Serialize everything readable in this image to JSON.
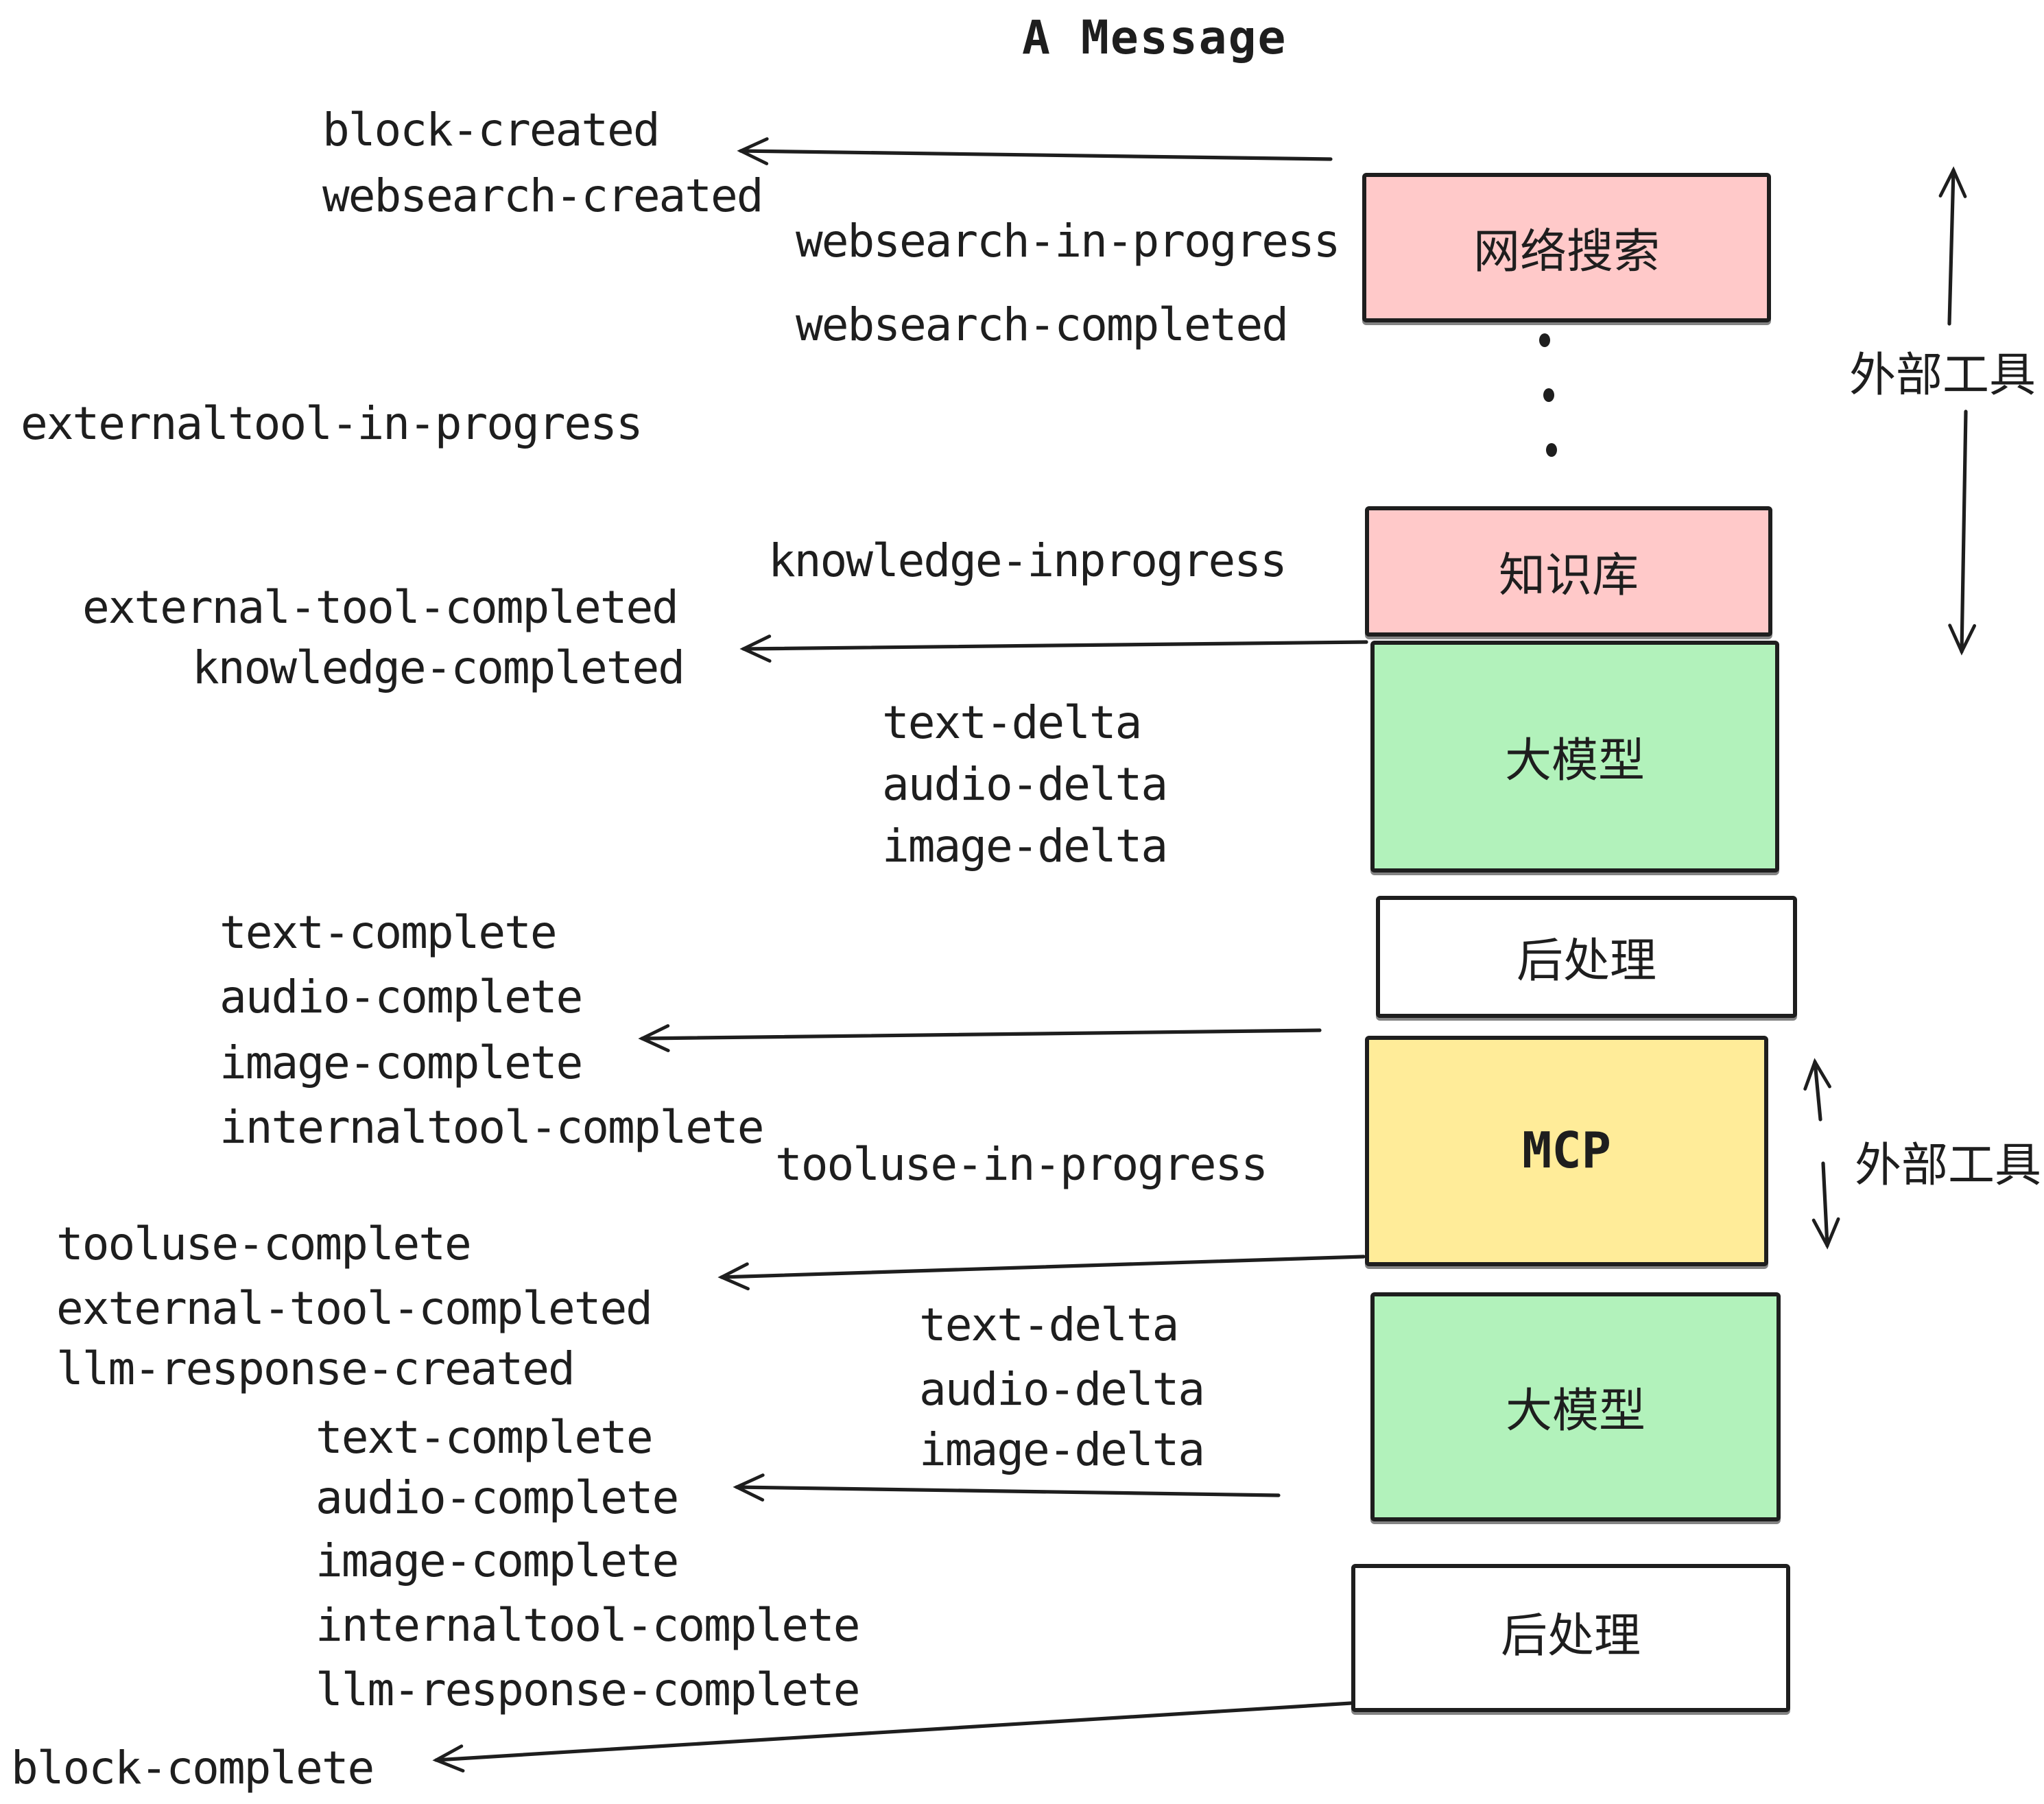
{
  "title": "A Message",
  "colors": {
    "stroke": "#1e1e1e",
    "pink": "#ffc9c9",
    "green": "#b2f2bb",
    "yellow": "#ffec99",
    "white": "#ffffff"
  },
  "boxes": {
    "websearch": "网络搜索",
    "knowledge": "知识库",
    "llm1": "大模型",
    "post1": "后处理",
    "mcp": "MCP",
    "llm2": "大模型",
    "post2": "后处理"
  },
  "side_annotations": {
    "external_tools_top": "外部工具",
    "external_tools_mcp": "外部工具"
  },
  "misc": {
    "dot": "•"
  },
  "events": {
    "block_created": "block-created",
    "websearch_created": "websearch-created",
    "websearch_in_progress": "websearch-in-progress",
    "websearch_completed": "websearch-completed",
    "externaltool_in_progress": "externaltool-in-progress",
    "knowledge_inprogress": "knowledge-inprogress",
    "external_tool_completed_1": "external-tool-completed",
    "knowledge_completed": "knowledge-completed",
    "text_delta_1": "text-delta",
    "audio_delta_1": "audio-delta",
    "image_delta_1": "image-delta",
    "text_complete_1": "text-complete",
    "audio_complete_1": "audio-complete",
    "image_complete_1": "image-complete",
    "internaltool_complete_1": "internaltool-complete",
    "tooluse_in_progress": "tooluse-in-progress",
    "tooluse_complete": "tooluse-complete",
    "external_tool_completed_2": "external-tool-completed",
    "llm_response_created": "llm-response-created",
    "text_delta_2": "text-delta",
    "audio_delta_2": "audio-delta",
    "image_delta_2": "image-delta",
    "text_complete_2": "text-complete",
    "audio_complete_2": "audio-complete",
    "image_complete_2": "image-complete",
    "internaltool_complete_2": "internaltool-complete",
    "llm_response_complete": "llm-response-complete",
    "block_complete": "block-complete"
  }
}
